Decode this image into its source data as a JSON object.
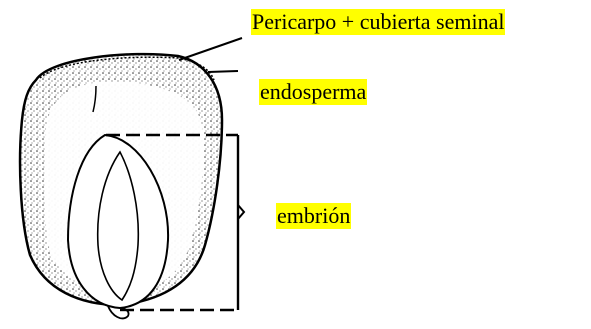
{
  "labels": {
    "pericarp": "Pericarpo + cubierta seminal",
    "endosperm": "endosperma",
    "embryo": "embrión"
  },
  "colors": {
    "highlight": "#ffff00",
    "ink": "#000000",
    "background": "#ffffff"
  }
}
